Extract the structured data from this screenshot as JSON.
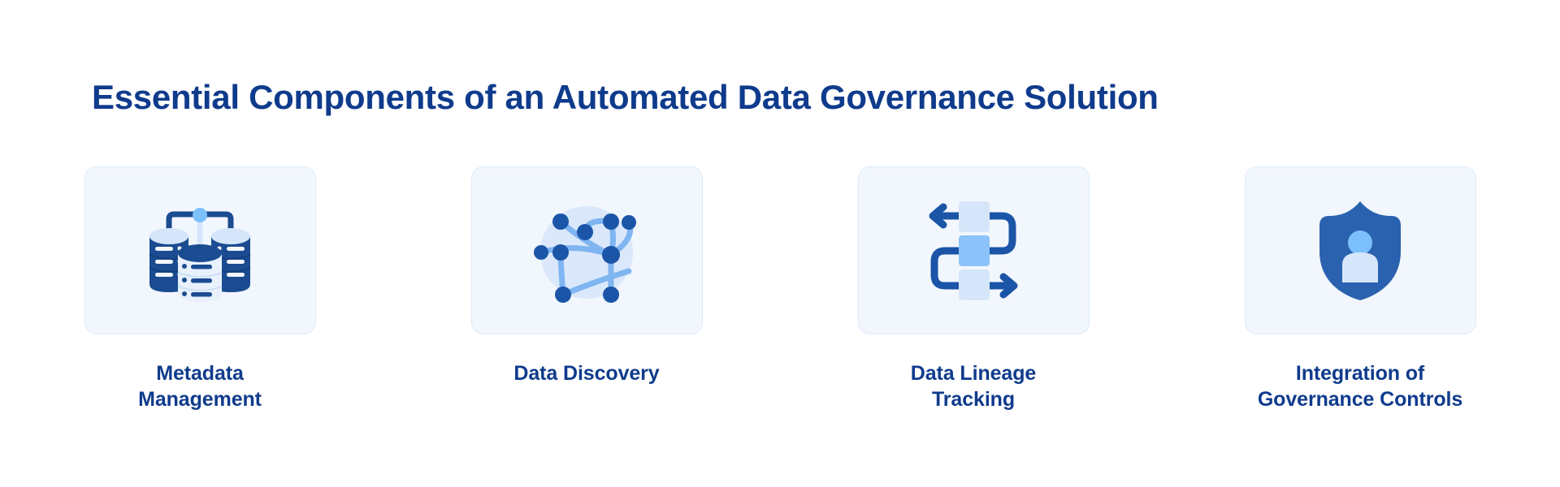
{
  "header": {
    "title": "Essential Components of an Automated Data Governance Solution"
  },
  "colors": {
    "title_navy": "#0F3B8C",
    "label_navy": "#0F3B8C",
    "card_background": "#F2F7FD",
    "card_border": "#DDEAF9",
    "icon_dark_navy": "#1B4C91",
    "icon_mid_blue": "#2A62B0",
    "icon_light_blue": "#7CC0FB",
    "icon_pale_blue": "#D6E6FA",
    "page_background": "#FFFFFF"
  },
  "components": [
    {
      "icon": "database-stack-icon",
      "label_line_1": "Metadata",
      "label_line_2": "Management",
      "label": "Metadata Management"
    },
    {
      "icon": "network-globe-icon",
      "label_line_1": "Data Discovery",
      "label_line_2": "",
      "label": "Data Discovery"
    },
    {
      "icon": "flow-lineage-icon",
      "label_line_1": "Data Lineage",
      "label_line_2": "Tracking",
      "label": "Data Lineage Tracking"
    },
    {
      "icon": "shield-user-icon",
      "label_line_1": "Integration of",
      "label_line_2": "Governance Controls",
      "label": "Integration of Governance Controls"
    }
  ]
}
